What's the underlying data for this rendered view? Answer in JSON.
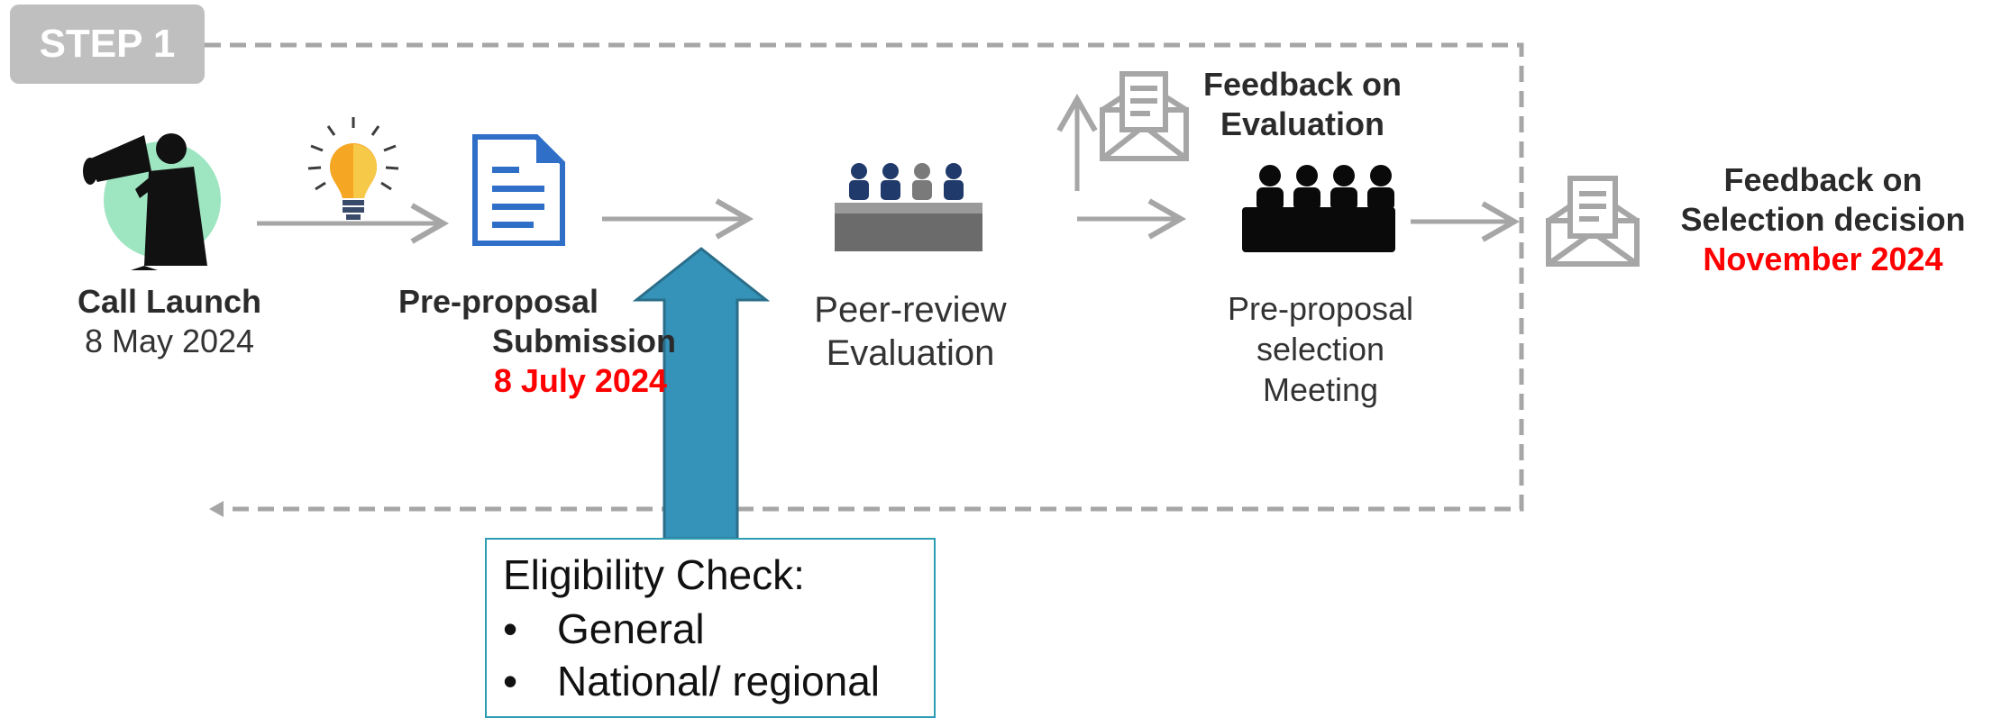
{
  "step_badge": "STEP 1",
  "call_launch": {
    "title": "Call Launch",
    "date": "8 May  2024"
  },
  "pre_proposal_submission": {
    "title_line1": "Pre-proposal",
    "title_line2": "Submission",
    "date": "8 July 2024"
  },
  "peer_review": {
    "line1": "Peer-review",
    "line2": "Evaluation"
  },
  "feedback_evaluation": {
    "line1": "Feedback on",
    "line2": "Evaluation"
  },
  "selection_meeting": {
    "line1": "Pre-proposal",
    "line2": "selection",
    "line3": "Meeting"
  },
  "feedback_selection": {
    "line1": "Feedback on",
    "line2": "Selection decision",
    "date": "November 2024"
  },
  "eligibility": {
    "title": "Eligibility Check:",
    "items": [
      "General",
      "National/ regional"
    ],
    "bullet": "•"
  },
  "colors": {
    "arrow_gray": "#a6a6a6",
    "dashed_gray": "#a6a6a6",
    "big_arrow_fill": "#3592b8",
    "big_arrow_stroke": "#2a6e8a",
    "date_red": "#ff0000",
    "box_border": "#2e9cb3",
    "doc_blue": "#2f6fc7",
    "person_navy": "#1f3a6b",
    "table_gray": "#6b6b6b",
    "callout_green": "#9ee6c2"
  }
}
